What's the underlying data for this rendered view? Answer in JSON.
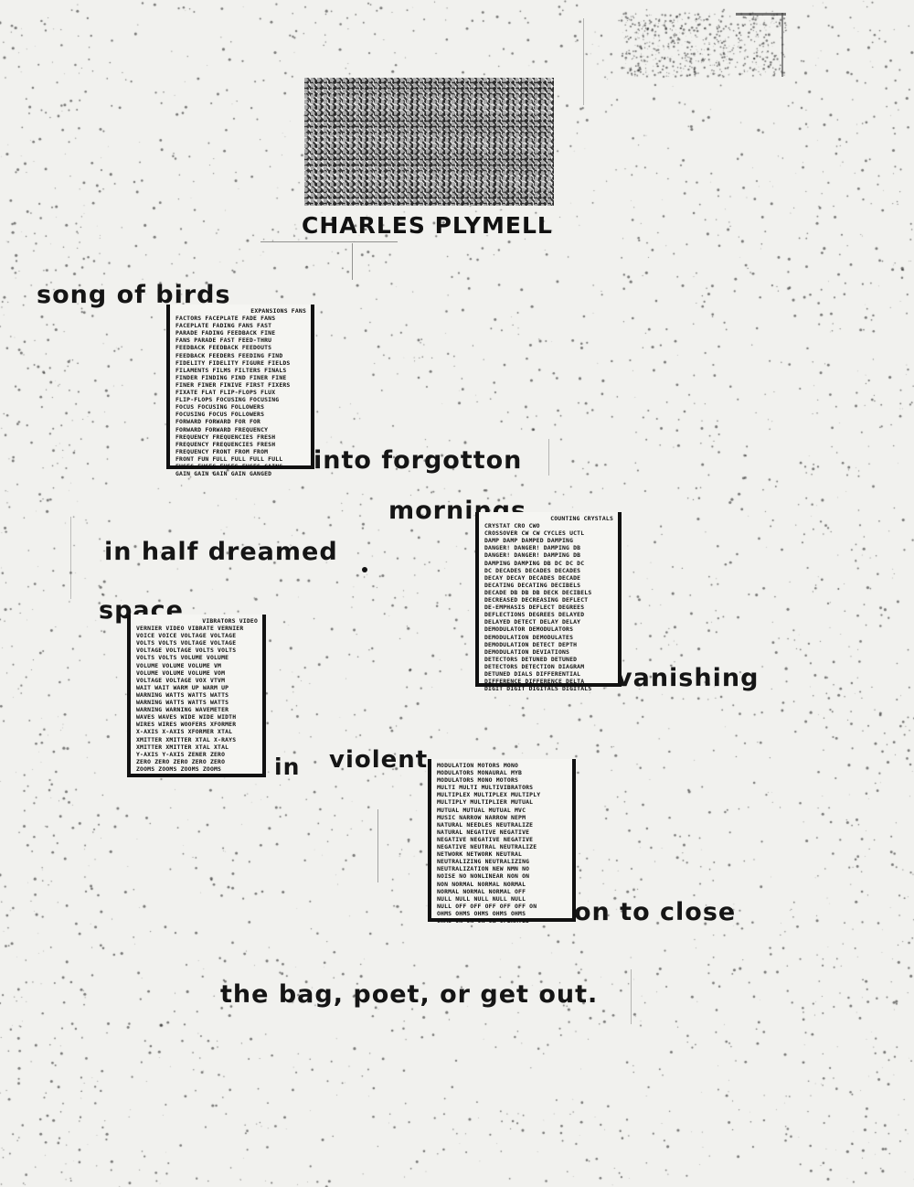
{
  "page": {
    "type": "concrete-poem",
    "background_color": "#f1f1ee",
    "ink_color": "#151515"
  },
  "masthead": {
    "author": "CHARLES PLYMELL"
  },
  "poem": {
    "phrases": [
      "song of birds",
      "into forgotton",
      "mornings",
      "in half dreamed",
      "space",
      "vanishing",
      "in",
      "violent",
      "on to close",
      "the bag, poet, or get out."
    ]
  },
  "word_blocks": {
    "birds": {
      "first_line": "EXPANSIONS FANS",
      "rows": [
        "FACTORS FACEPLATE FADE FANS",
        "FACEPLATE FADING FANS FAST",
        "PARADE FADING FEEDBACK FINE",
        "FANS PARADE FAST FEED-THRU",
        "FEEDBACK FEEDBACK FEEDOUTS",
        "FEEDBACK FEEDERS FEEDING FIND",
        "FIDELITY FIDELITY FIGURE FIELDS",
        "FILAMENTS FILMS FILTERS FINALS",
        "FINDER FINDING FIND FINER FINE",
        "FINER FINER FINIVE FIRST FIXERS",
        "FIXATE FLAT FLIP-FLOPS FLUX",
        "FLIP-FLOPS FOCUSING FOCUSING",
        "FOCUS FOCUSING FOLLOWERS",
        "FOCUSING FOCUS FOLLOWERS",
        "FORWARD FORWARD FOR FOR",
        "FORWARD FORWARD FREQUENCY",
        "FREQUENCY FREQUENCIES FRESH",
        "FREQUENCY FREQUENCIES FRESH",
        "FREQUENCY FRONT FROM FROM",
        "FRONT FUN FULL FULL FULL FULL",
        "FUSES FUSES FUSES FUSES GAINS",
        "GAIN GAIN GAIN GAIN GANGED"
      ]
    },
    "mornings": {
      "first_line": "COUNTING CRYSTALS",
      "rows": [
        "CRYSTAT CRO CWO",
        "CROSSOVER CW CW CYCLES UCTL",
        "DAMP DAMP DAMPED DAMPING",
        "DANGER! DANGER! DAMPING DB",
        "DANGER! DANGER! DAMPING DB",
        "DAMPING DAMPING DB DC DC DC",
        "DC DECADES DECADES DECADES",
        "DECAY DECAY DECADES DECADE",
        "DECATING DECATING DECIBELS",
        "DECADE DB DB DB DECK DECIBELS",
        "DECREASED DECREASING DEFLECT",
        "DE-EMPHASIS DEFLECT DEGREES",
        "DEFLECTIONS DEGREES DELAYED",
        "DELAYED DETECT DELAY DELAY",
        "DEMODULATOR DEMODULATORS",
        "DEMODULATION DEMODULATES",
        "DEMODULATION DETECT DEPTH",
        "DEMODULATION DEVIATIONS",
        "DETECTORS DETUNED DETUNED",
        "DETECTORS DETECTION DIAGRAM",
        "DETUNED DIALS DIFFERENTIAL",
        "DIFFERENCE DIFFERENCE DELTA",
        "DIGIT DIGIT DIGITALS DIGITALS"
      ]
    },
    "space": {
      "first_line": "VIBRATORS VIDEO",
      "rows": [
        "VERNIER VIDEO VIBRATE VERNIER",
        "VOICE VOICE VOLTAGE VOLTAGE",
        "VOLTS VOLTS VOLTAGE VOLTAGE",
        "VOLTAGE VOLTAGE VOLTS VOLTS",
        "VOLTS VOLTS VOLUME VOLUME",
        "VOLUME VOLUME VOLUME VM",
        "VOLUME VOLUME VOLUME VOM",
        "VOLTAGE VOLTAGE VOX VTVM",
        "WAIT WAIT WARM UP WARM UP",
        "WARNING WATTS WATTS WATTS",
        "WARNING WATTS WATTS WATTS",
        "WARNING WARNING WAVEMETER",
        "WAVES WAVES WIDE WIDE WIDTH",
        "WIRES WIRES WOOFERS XFORMER",
        "X-AXIS X-AXIS XFORMER XTAL",
        "XMITTER XMITTER XTAL X-RAYS",
        "XMITTER XMITTER XTAL XTAL",
        "Y-AXIS Y-AXIS ZENER ZERO",
        "ZERO ZERO ZERO ZERO ZERO",
        "ZOOMS ZOOMS ZOOMS ZOOMS"
      ]
    },
    "violent": {
      "first_line": "",
      "rows": [
        "MODULATION MOTORS MONO",
        "MODULATORS MONAURAL MYB",
        "MODULATORS MONO MOTORS",
        "MULTI MULTI MULTIVIBRATORS",
        "MULTIPLEX MULTIPLEX MULTIPLY",
        "MULTIPLY MULTIPLIER MUTUAL",
        "MUTUAL MUTUAL MUTUAL MVC",
        "MUSIC NARROW NARROW NEPM",
        "NATURAL NEEDLES NEUTRALIZE",
        "NATURAL NEGATIVE NEGATIVE",
        "NEGATIVE NEGATIVE NEGATIVE",
        "NEGATIVE NEUTRAL NEUTRALIZE",
        "NETWORK NETWORK NEUTRAL",
        "NEUTRALIZING NEUTRALIZING",
        "NEUTRALIZATION NEW NMN NO",
        "NOISE NO NONLINEAR NON ON",
        "NON NORMAL NORMAL NORMAL",
        "NORMAL NORMAL NORMAL OFF",
        "NULL NULL NULL NULL NULL",
        "NULL OFF OFF OFF OFF OFF ON",
        "OHMS OHMS OHMS OHMS OHMS",
        "OHMS ON ON ON ON OPERATED"
      ]
    }
  }
}
